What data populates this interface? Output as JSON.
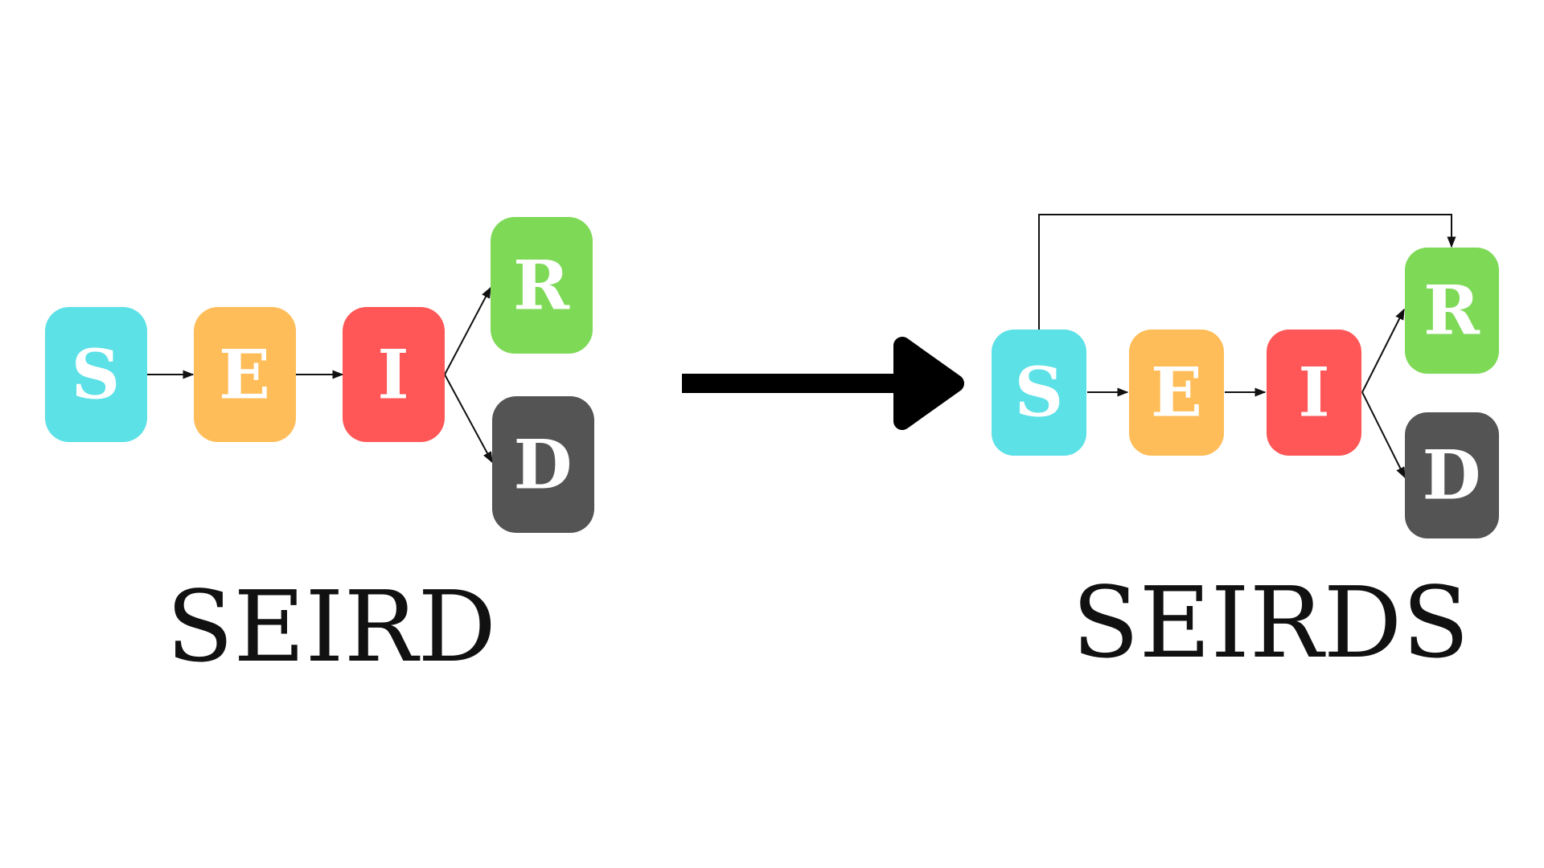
{
  "colors": {
    "S": "#5ce1e6",
    "E": "#ffbd59",
    "I": "#ff5757",
    "R": "#7ed957",
    "D": "#545454",
    "edge": "#111111",
    "transform_arrow": "#000000"
  },
  "left_model": {
    "title": "SEIRD",
    "nodes": {
      "S": "S",
      "E": "E",
      "I": "I",
      "R": "R",
      "D": "D"
    },
    "edges": [
      [
        "S",
        "E"
      ],
      [
        "E",
        "I"
      ],
      [
        "I",
        "R"
      ],
      [
        "I",
        "D"
      ]
    ]
  },
  "right_model": {
    "title": "SEIRDS",
    "nodes": {
      "S": "S",
      "E": "E",
      "I": "I",
      "R": "R",
      "D": "D"
    },
    "edges": [
      [
        "S",
        "E"
      ],
      [
        "E",
        "I"
      ],
      [
        "I",
        "R"
      ],
      [
        "I",
        "D"
      ],
      [
        "S",
        "R"
      ]
    ]
  },
  "transform_arrow": {
    "icon": "right-arrow-icon"
  }
}
